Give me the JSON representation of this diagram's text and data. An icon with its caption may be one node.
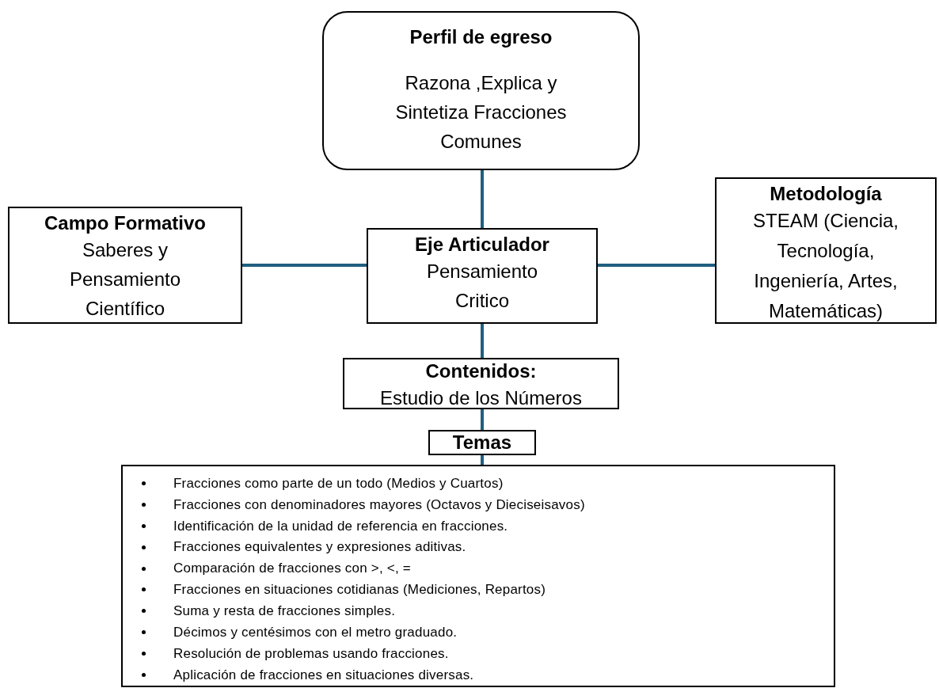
{
  "diagram": {
    "nodes": [
      {
        "text": [
          "Perfil de egreso",
          "Razona ,Explica y Sintetiza Fracciones Comunes"
        ]
      },
      {
        "text": [
          "Campo Formativo",
          "Saberes y Pensamiento Científico"
        ]
      },
      {
        "text": [
          "Eje Articulador",
          "Pensamiento Critico"
        ]
      },
      {
        "text": [
          "Metodología",
          "STEAM (Ciencia, Tecnología, Ingeniería, Artes, Matemáticas)"
        ]
      },
      {
        "text": [
          "Contenidos:",
          "Estudio de los Números"
        ]
      },
      {
        "text": [
          "Temas"
        ]
      },
      {
        "text": [
          "Fracciones como parte de un todo (Medios y Cuartos)",
          "Fracciones con denominadores mayores (Octavos y Dieciseisavos)",
          "Identificación de la unidad de referencia en fracciones.",
          "Fracciones equivalentes y expresiones aditivas.",
          "Comparación de fracciones con >, <, =",
          "Fracciones en situaciones cotidianas (Mediciones, Repartos)",
          "Suma y resta de fracciones simples.",
          "Décimos y centésimos con el metro graduado.",
          "Resolución de problemas usando fracciones.",
          "Aplicación de fracciones en situaciones diversas."
        ]
      }
    ],
    "edges": [
      {
        "from": 0,
        "to": 2,
        "arrow": "none"
      },
      {
        "from": 1,
        "to": 2,
        "arrow": "none"
      },
      {
        "from": 2,
        "to": 3,
        "arrow": "none"
      },
      {
        "from": 2,
        "to": 4,
        "arrow": "none"
      },
      {
        "from": 4,
        "to": 5,
        "arrow": "none"
      },
      {
        "from": 5,
        "to": 6,
        "arrow": "none"
      }
    ]
  }
}
